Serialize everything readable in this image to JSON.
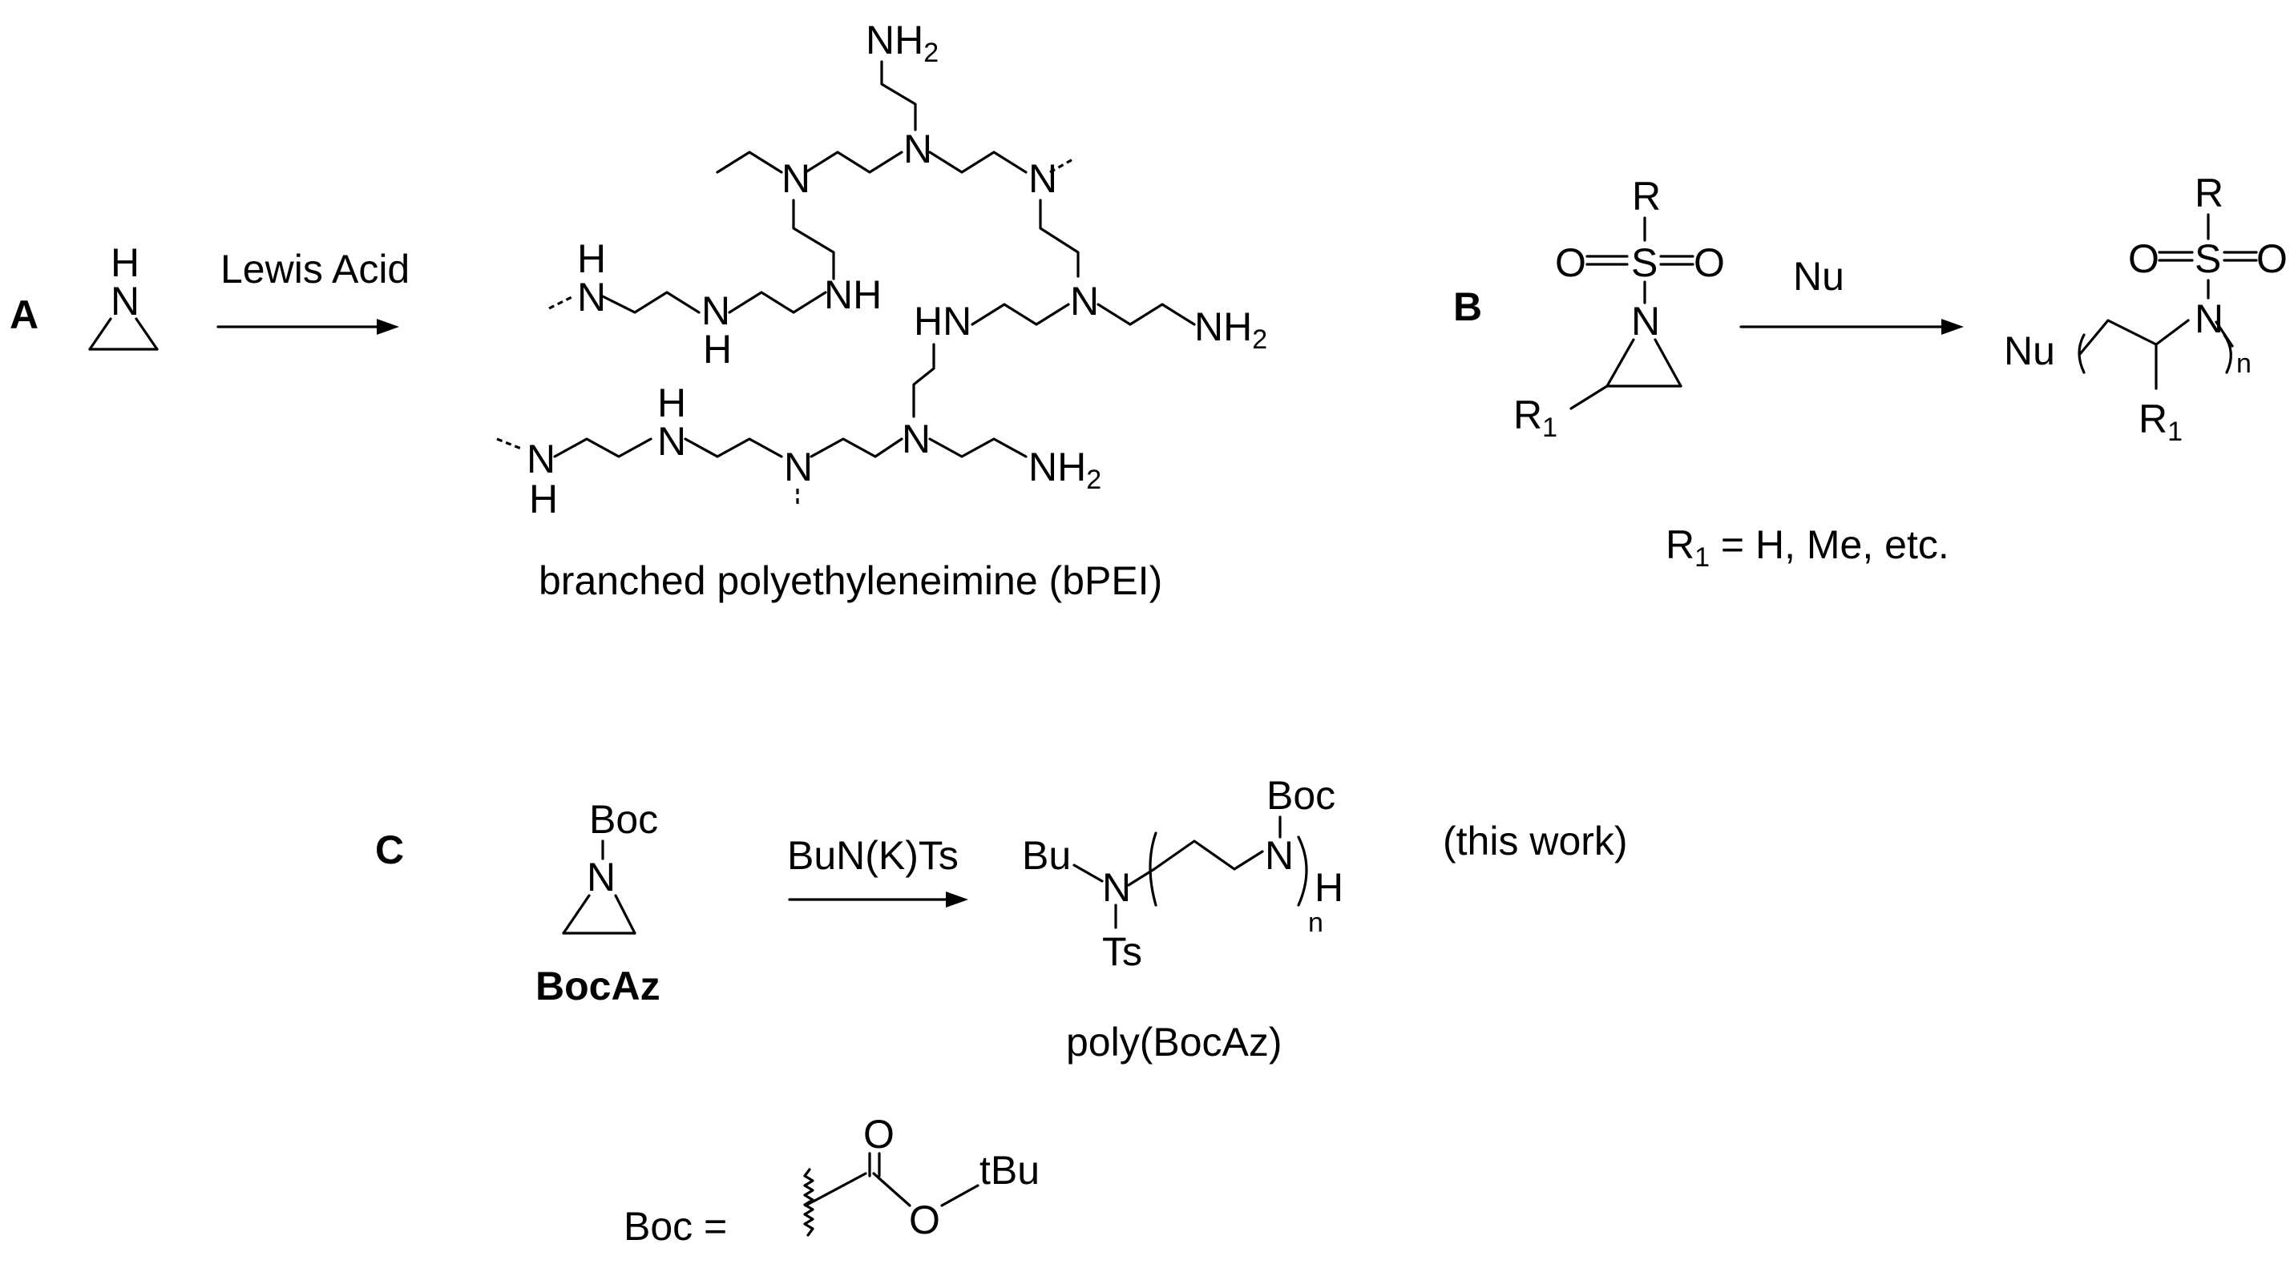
{
  "panels": {
    "a": "A",
    "b": "B",
    "c": "C"
  },
  "scheme_a": {
    "reagent": "Lewis Acid",
    "product_name": "branched polyethyleneimine (bPEI)"
  },
  "scheme_b": {
    "reagent": "Nu",
    "substituent_note": "R1 = H, Me, etc."
  },
  "scheme_c": {
    "monomer_name": "BocAz",
    "reagent": "BuN(K)Ts",
    "product_name": "poly(BocAz)",
    "note": "(this work)"
  },
  "boc_definition": {
    "label": "Boc =",
    "substituent": "tBu"
  },
  "atom_labels": {
    "H": "H",
    "N": "N",
    "NH": "NH",
    "HN": "HN",
    "NH2": "NH",
    "two": "2",
    "R": "R",
    "S": "S",
    "O": "O",
    "R1": "R",
    "one": "1",
    "Nu": "Nu",
    "n": "n",
    "Boc": "Boc",
    "Bu": "Bu",
    "Ts": "Ts"
  }
}
